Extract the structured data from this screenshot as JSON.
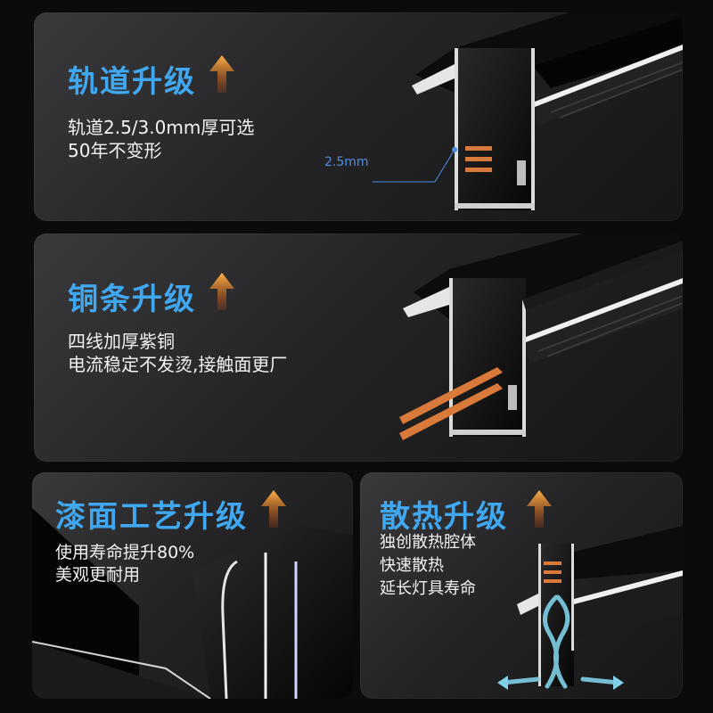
{
  "panels": [
    {
      "title": "轨道升级",
      "lines": [
        "轨道2.5/3.0mm厚可选",
        "50年不变形"
      ],
      "dimension_label": "2.5mm"
    },
    {
      "title": "铜条升级",
      "lines": [
        "四线加厚紫铜",
        "电流稳定不发烫,接触面更厂"
      ]
    },
    {
      "title": "漆面工艺升级",
      "lines": [
        "使用寿命提升80%",
        "美观更耐用"
      ]
    },
    {
      "title": "散热升级",
      "lines": [
        "独创散热腔体",
        "快速散热",
        "延长灯具寿命"
      ]
    }
  ],
  "colors": {
    "title": "#3fa8f0",
    "arrow_top": "#ffb347",
    "arrow_bottom": "#c94a0c",
    "copper": "#d97a3a",
    "airflow": "#7fd0e8"
  },
  "icons": [
    "up-arrow-icon"
  ]
}
